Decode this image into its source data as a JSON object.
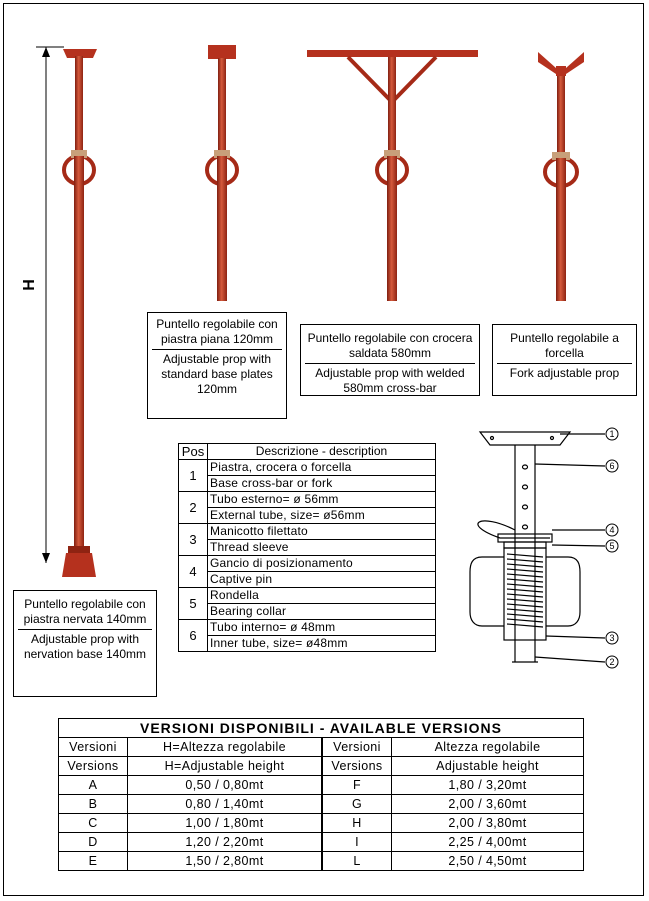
{
  "height_label": "H",
  "captions": {
    "nervata": {
      "it": "Puntello regolabile con piastra nervata 140mm",
      "en": "Adjustable prop with nervation base 140mm"
    },
    "piana": {
      "it": "Puntello regolabile con piastra piana 120mm",
      "en": "Adjustable prop with standard base plates 120mm"
    },
    "crocera": {
      "it": "Puntello regolabile con crocera saldata 580mm",
      "en": "Adjustable prop with welded 580mm cross-bar"
    },
    "forcella": {
      "it": "Puntello regolabile a forcella",
      "en": "Fork adjustable prop"
    }
  },
  "parts_table": {
    "header_pos": "Pos",
    "header_desc": "Descrizione - description",
    "rows": [
      {
        "pos": "1",
        "it": "Piastra,  crocera o  forcella",
        "en": "Base cross-bar or fork"
      },
      {
        "pos": "2",
        "it": "Tubo esterno= ø 56mm",
        "en": "External tube, size= ø56mm"
      },
      {
        "pos": "3",
        "it": "Manicotto filettato",
        "en": "Thread sleeve"
      },
      {
        "pos": "4",
        "it": "Gancio di posizionamento",
        "en": "Captive pin"
      },
      {
        "pos": "5",
        "it": "Rondella",
        "en": "Bearing collar"
      },
      {
        "pos": "6",
        "it": "Tubo interno= ø 48mm",
        "en": "Inner tube, size= ø48mm"
      }
    ]
  },
  "diagram_callouts": [
    "1",
    "6",
    "4",
    "5",
    "3",
    "2"
  ],
  "versions_table": {
    "title": "VERSIONI DISPONIBILI  -  AVAILABLE VERSIONS",
    "head1": [
      "Versioni",
      "H=Altezza regolabile",
      "Versioni",
      "Altezza regolabile"
    ],
    "head2": [
      "Versions",
      "H=Adjustable height",
      "Versions",
      "Adjustable height"
    ],
    "rows": [
      [
        "A",
        "0,50 / 0,80mt",
        "F",
        "1,80 / 3,20mt"
      ],
      [
        "B",
        "0,80 / 1,40mt",
        "G",
        "2,00 / 3,60mt"
      ],
      [
        "C",
        "1,00 / 1,80mt",
        "H",
        "2,00 / 3,80mt"
      ],
      [
        "D",
        "1,20 / 2,20mt",
        "I",
        "2,25 / 4,00mt"
      ],
      [
        "E",
        "1,50 / 2,80mt",
        "L",
        "2,50 / 4,50mt"
      ]
    ]
  },
  "colors": {
    "prop": "#b5311e",
    "prop_dark": "#7f1d10",
    "prop_light": "#d55a3c"
  }
}
